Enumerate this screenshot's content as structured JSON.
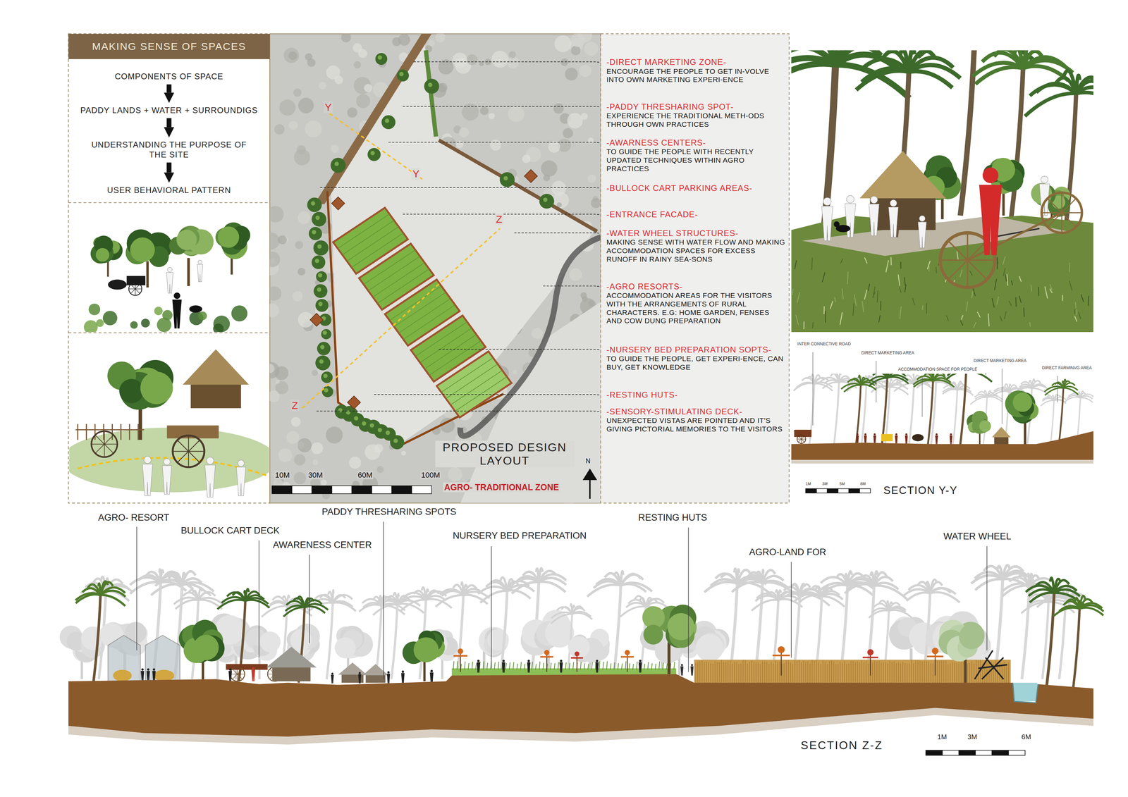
{
  "diagram": {
    "nodes": [
      {
        "text": [
          "MAKING SENSE OF SPACES"
        ]
      },
      {
        "text": [
          "COMPONENTS OF SPACE"
        ],
        "in": 0
      },
      {
        "text": [
          "PADDY LANDS + WATER + SURROUNDIGS"
        ],
        "in": 0
      },
      {
        "text": [
          "UNDERSTANDING THE PURPOSE OF THE SITE"
        ],
        "in": 0
      },
      {
        "text": [
          "USER BEHAVIORAL PATTERN"
        ],
        "in": 0
      }
    ],
    "edges": [
      {
        "from": 1,
        "to": 2,
        "arrow": "to"
      },
      {
        "from": 2,
        "to": 3,
        "arrow": "to"
      },
      {
        "from": 3,
        "to": 4,
        "arrow": "to"
      }
    ],
    "labels": [
      "-DIRECT MARKETING ZONE-",
      "ENCOURAGE THE PEOPLE TO GET IN-VOLVE INTO OWN MARKETING EXPERI-ENCE",
      "-PADDY THRESHARING SPOT-",
      "EXPERIENCE THE TRADITIONAL METH-ODS THROUGH OWN PRACTICES",
      "-AWARNESS CENTERS-",
      "TO GUIDE THE PEOPLE WITH RECENTLY UPDATED TECHNIQUES WITHIN AGRO PRACTICES",
      "-BULLOCK CART PARKING AREAS-",
      "-ENTRANCE FACADE-",
      "-WATER WHEEL STRUCTURES-",
      "MAKING SENSE WITH WATER FLOW AND MAKING ACCOMMODATION SPACES FOR EXCESS RUNOFF IN RAINY SEA-SONS",
      "-AGRO RESORTS-",
      "ACCOMMODATION AREAS FOR THE VISITORS WITH THE ARRANGEMENTS OF RURAL CHARACTERS. E.G: HOME GARDEN, FENSES AND COW DUNG PREPARATION",
      "-NURSERY BED PREPARATION SOPTS-",
      "TO GUIDE THE PEOPLE, GET EXPERI-ENCE, CAN BUY, GET KNOWLEDGE",
      "-RESTING HUTS-",
      "-SENSORY-STIMULATING DECK-",
      "UNEXPECTED VISTAS ARE POINTED AND IT'S GIVING PICTORIAL MEMORIES TO THE VISITORS",
      "Y",
      "Y",
      "Z",
      "Z",
      "PROPOSED DESIGN LAYOUT",
      "10M",
      "30M",
      "60M",
      "100M",
      "AGRO- TRADITIONAL ZONE",
      "N",
      "INTER CONNECTIVE ROAD",
      "DIRECT MARKETING AREA",
      "ACCOMMODATION SPACE FOR PEOPLE",
      "DIRECT MARKETING AREA",
      "DIRECT FARMINVG AREA",
      "1M",
      "3M",
      "5M",
      "8M",
      "SECTION Y-Y",
      "AGRO- RESORT",
      "BULLOCK CART DECK",
      "AWARENESS CENTER",
      "PADDY THRESHARING SPOTS",
      "NURSERY BED PREPARATION",
      "RESTING HUTS",
      "AGRO-LAND FOR",
      "WATER WHEEL",
      "1M",
      "3M",
      "6M",
      "SECTION Z-Z"
    ]
  }
}
